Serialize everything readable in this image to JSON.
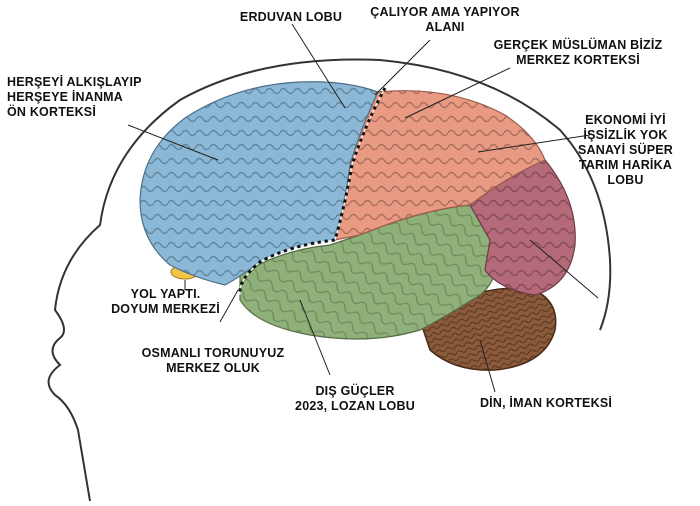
{
  "labels": {
    "erduvan": "ERDUVAN LOBU",
    "caliyor": "ÇALIYOR AMA YAPIYOR\nALANI",
    "gercek": "GERÇEK MÜSLÜMAN BİZİZ\nMERKEZ KORTEKSİ",
    "herseyi": "HERŞEYİ ALKIŞLAYIP\nHERŞEYE İNANMA\nÖN KORTEKSİ",
    "ekonomi": "EKONOMİ İYİ\nİŞSİZLİK YOK\nSANAYİ SÜPER\nTARIM HARİKA\nLOBU",
    "yol": "YOL YAPTI.\nDOYUM MERKEZİ",
    "osmanli": "OSMANLI TORUNUYUZ\nMERKEZ OLUK",
    "dis": "DIŞ GÜÇLER\n2023, LOZAN LOBU",
    "din": "DİN, İMAN KORTEKSİ"
  },
  "colors": {
    "frontal": "#8ab8d6",
    "parietal": "#e99a82",
    "temporal": "#8fb079",
    "occipital": "#b56a7a",
    "cerebellum": "#8a5a3a",
    "olfactory": "#f2c44a",
    "outline": "#333333"
  }
}
